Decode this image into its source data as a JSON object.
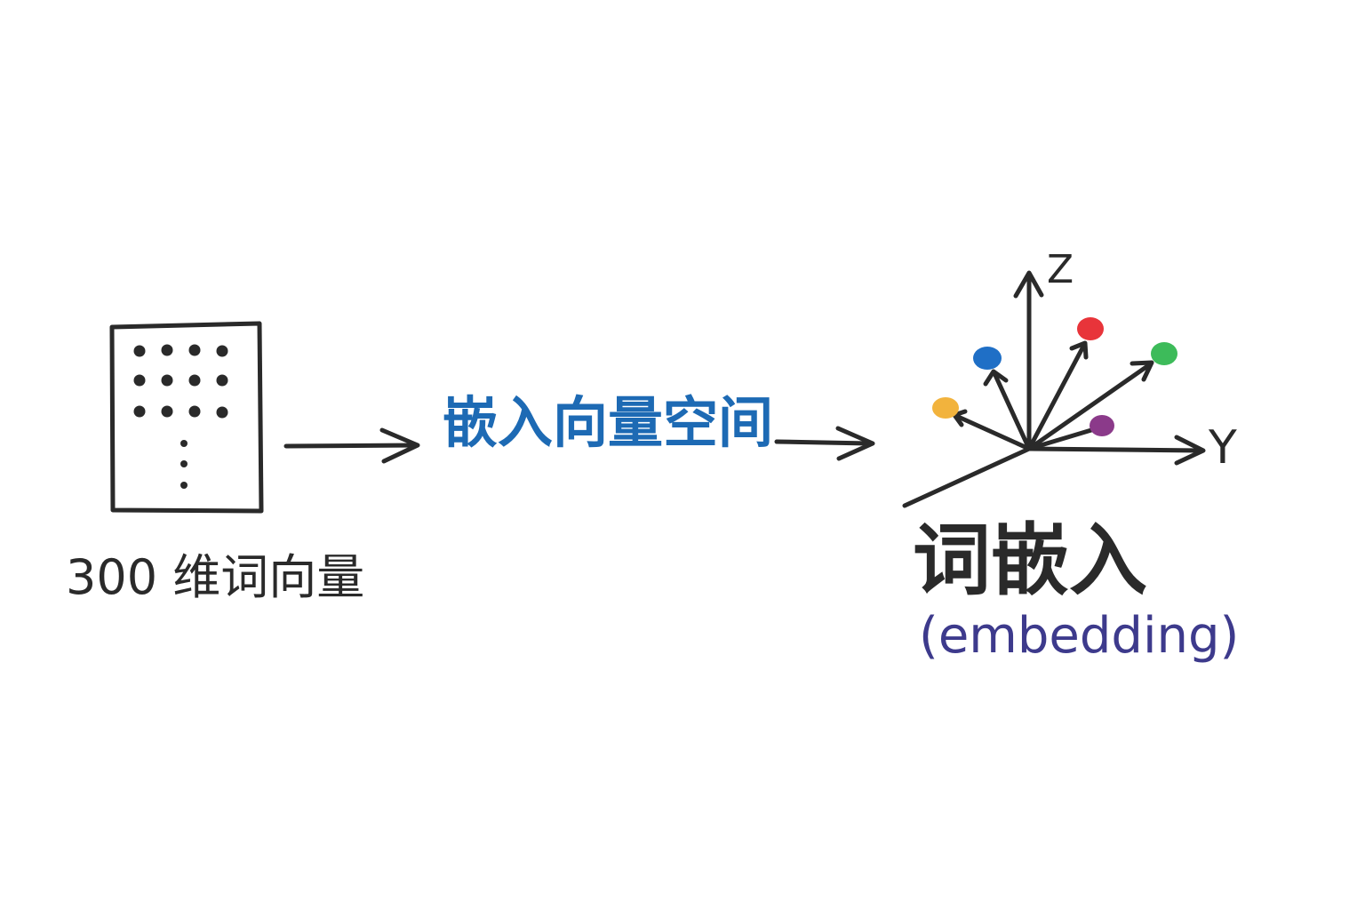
{
  "vector_box": {
    "caption": "300 维词向量"
  },
  "middle": {
    "label": "嵌入向量空间"
  },
  "axes": {
    "z_label": "Z",
    "y_label": "Y"
  },
  "embedding": {
    "title": "词嵌入",
    "subtitle": "(embedding)"
  },
  "points": [
    {
      "color_name": "orange",
      "color": "#f2b33d"
    },
    {
      "color_name": "blue",
      "color": "#1f6fc6"
    },
    {
      "color_name": "red",
      "color": "#e8343a"
    },
    {
      "color_name": "green",
      "color": "#3dbb5a"
    },
    {
      "color_name": "purple",
      "color": "#8b3a8a"
    }
  ],
  "colors": {
    "ink": "#2a2a2a",
    "middle_label": "#1d6ab4",
    "subtitle": "#3d3a8c"
  }
}
